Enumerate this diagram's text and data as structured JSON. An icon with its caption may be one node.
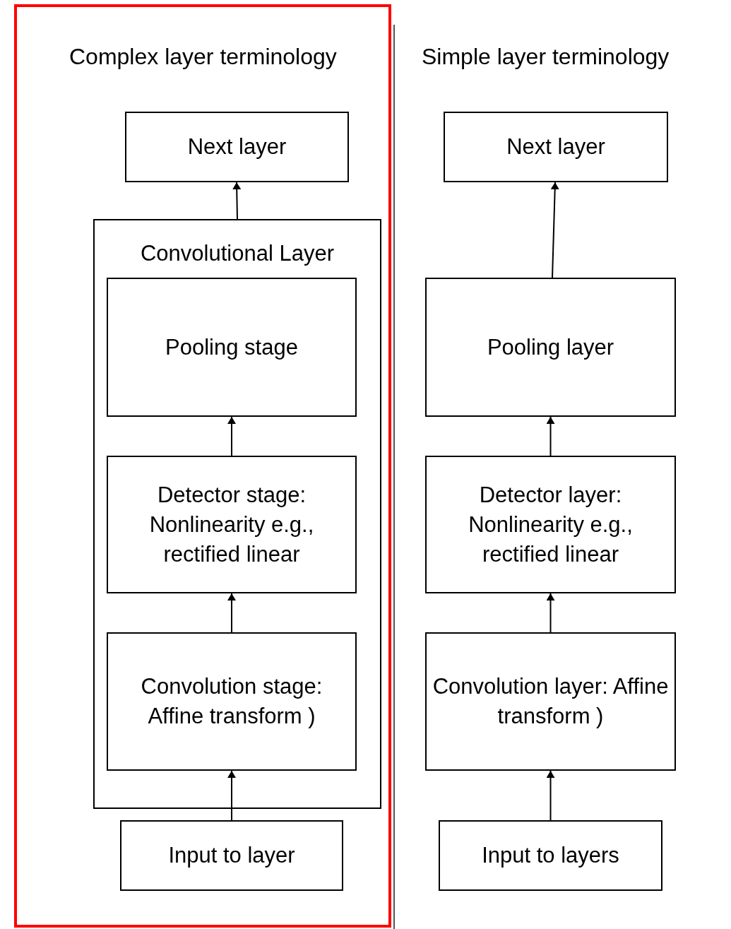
{
  "diagram": {
    "nodes": [
      {
        "text": [
          "Next layer"
        ]
      },
      {
        "text": [
          "Convolutional Layer"
        ]
      },
      {
        "text": [
          "Pooling stage"
        ],
        "in": 1
      },
      {
        "text": [
          "Detector stage: Nonlinearity e.g., rectified linear"
        ],
        "in": 1
      },
      {
        "text": [
          "Convolution stage: Affine transform )"
        ],
        "in": 1
      },
      {
        "text": [
          "Input to layer"
        ]
      },
      {
        "text": [
          "Next layer"
        ]
      },
      {
        "text": [
          "Pooling layer"
        ]
      },
      {
        "text": [
          "Detector layer: Nonlinearity e.g., rectified linear"
        ]
      },
      {
        "text": [
          "Convolution layer: Affine transform )"
        ]
      },
      {
        "text": [
          "Input to layers"
        ]
      }
    ],
    "edges": [
      {
        "from": 5,
        "to": 4,
        "arrow": "to"
      },
      {
        "from": 4,
        "to": 3,
        "arrow": "to"
      },
      {
        "from": 3,
        "to": 2,
        "arrow": "to"
      },
      {
        "from": 1,
        "to": 0,
        "arrow": "to"
      },
      {
        "from": 10,
        "to": 9,
        "arrow": "to"
      },
      {
        "from": 9,
        "to": 8,
        "arrow": "to"
      },
      {
        "from": 8,
        "to": 7,
        "arrow": "to"
      },
      {
        "from": 7,
        "to": 6,
        "arrow": "to"
      }
    ],
    "labels": [
      "Complex layer terminology",
      "Simple layer terminology"
    ]
  }
}
